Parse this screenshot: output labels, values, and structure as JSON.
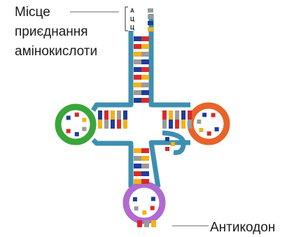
{
  "diagram": {
    "acceptor_label": [
      "Місце",
      "приєднання",
      "амінокислоти"
    ],
    "acceptor_end_letters": [
      "А",
      "Ц",
      "Ц"
    ],
    "anticodon_label": "Антикодон",
    "colors": {
      "stem": "#3d8fb0",
      "d_loop": "#3aa53a",
      "t_loop": "#e8632a",
      "anticodon_loop": "#b06ad0",
      "base_blue": "#1f3c9a",
      "base_red": "#d72a2a",
      "base_yellow": "#f2b21a",
      "base_gray": "#9a9a9a",
      "leader": "#888888",
      "text": "#1a1a1a"
    }
  }
}
